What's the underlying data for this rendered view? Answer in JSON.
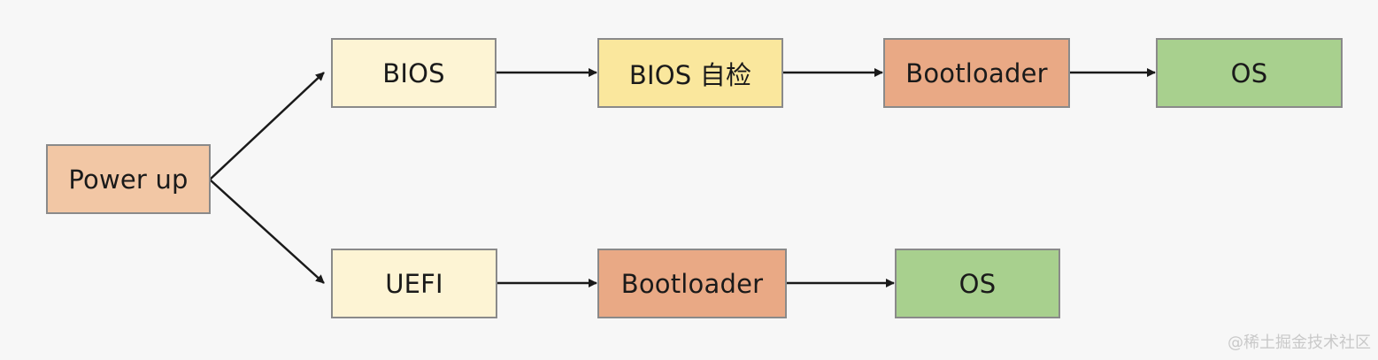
{
  "diagram": {
    "nodes": [
      {
        "id": "power",
        "label": "Power up",
        "fill": "#f2c7a5"
      },
      {
        "id": "bios",
        "label": "BIOS",
        "fill": "#fdf4d4"
      },
      {
        "id": "bios_post",
        "label": "BIOS 自检",
        "fill": "#fae79d"
      },
      {
        "id": "bootloader_top",
        "label": "Bootloader",
        "fill": "#e9a985"
      },
      {
        "id": "os_top",
        "label": "OS",
        "fill": "#a8d08e"
      },
      {
        "id": "uefi",
        "label": "UEFI",
        "fill": "#fdf4d4"
      },
      {
        "id": "bootloader_bottom",
        "label": "Bootloader",
        "fill": "#e9a985"
      },
      {
        "id": "os_bottom",
        "label": "OS",
        "fill": "#a8d08e"
      }
    ],
    "edges": [
      {
        "from": "power",
        "to": "bios"
      },
      {
        "from": "power",
        "to": "uefi"
      },
      {
        "from": "bios",
        "to": "bios_post"
      },
      {
        "from": "bios_post",
        "to": "bootloader_top"
      },
      {
        "from": "bootloader_top",
        "to": "os_top"
      },
      {
        "from": "uefi",
        "to": "bootloader_bottom"
      },
      {
        "from": "bootloader_bottom",
        "to": "os_bottom"
      }
    ]
  },
  "watermark": "@稀土掘金技术社区"
}
